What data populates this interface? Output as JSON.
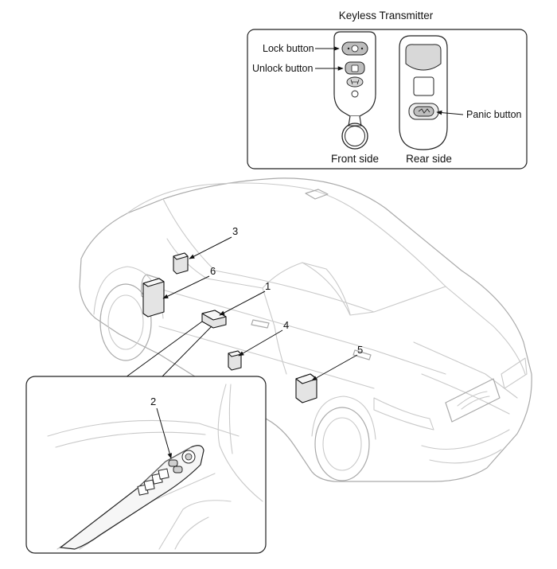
{
  "transmitter": {
    "title": "Keyless Transmitter",
    "lock_label": "Lock button",
    "unlock_label": "Unlock button",
    "panic_label": "Panic button",
    "front_label": "Front side",
    "rear_label": "Rear side"
  },
  "callouts": {
    "c1": "1",
    "c2": "2",
    "c3": "3",
    "c4": "4",
    "c5": "5",
    "c6": "6"
  }
}
